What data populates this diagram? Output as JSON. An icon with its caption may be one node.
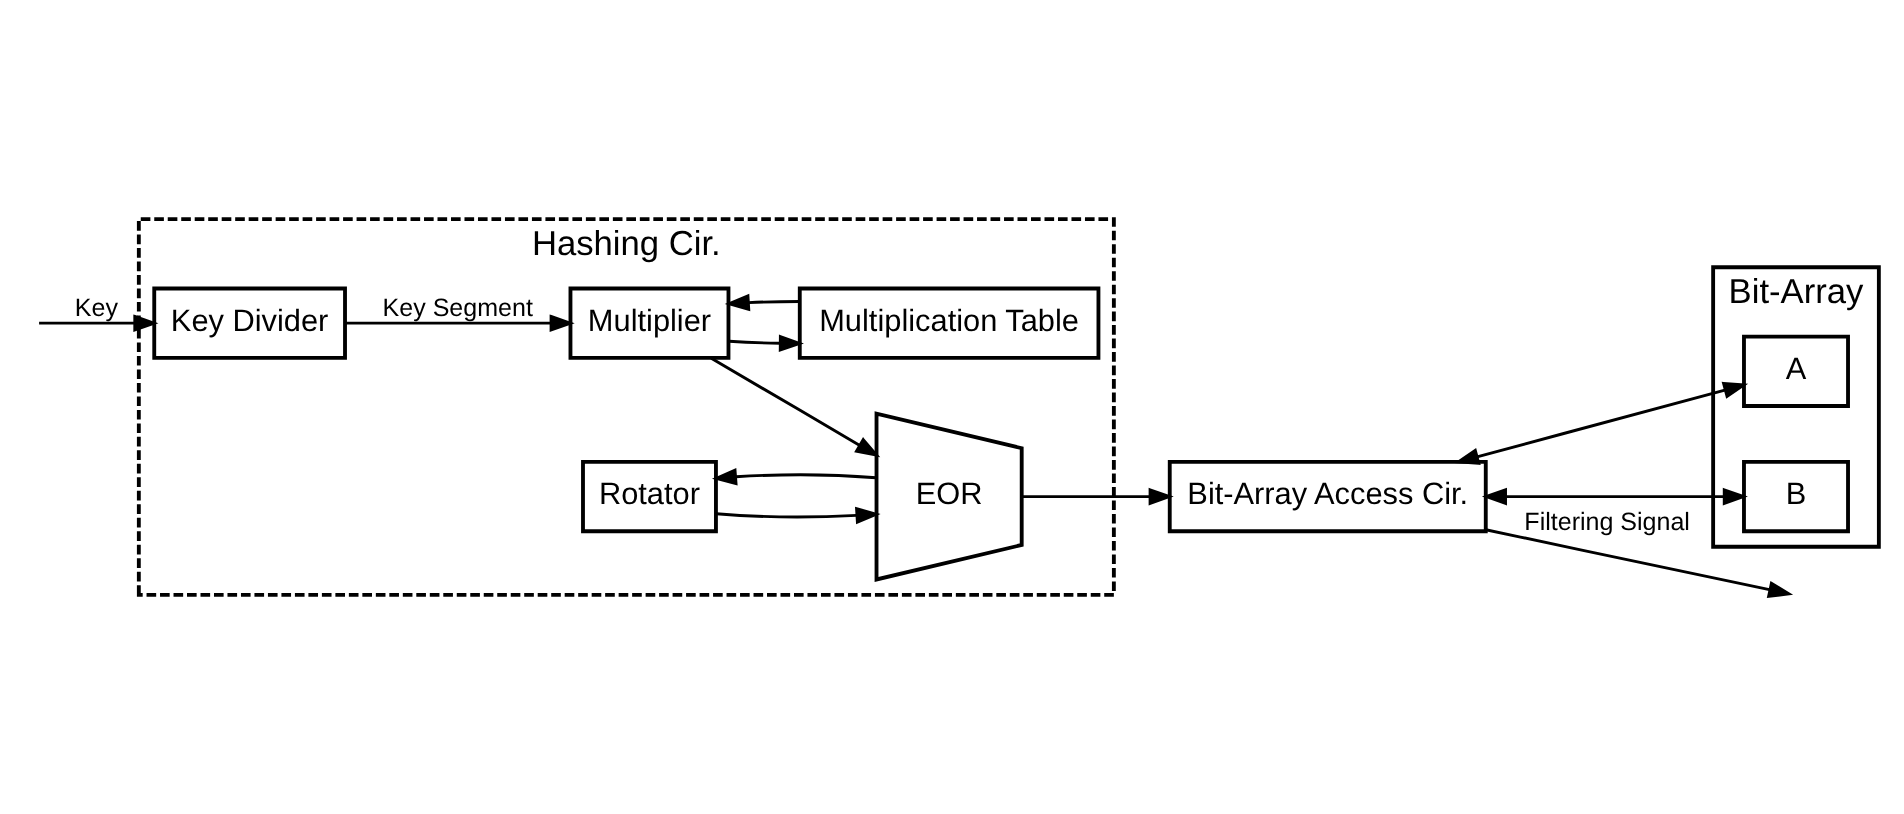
{
  "diagram": {
    "nodes": [
      {
        "text": [
          "Hashing Cir."
        ]
      },
      {
        "text": [
          "Key Divider"
        ],
        "in": 0
      },
      {
        "text": [
          "Multiplication Table"
        ],
        "in": 0
      },
      {
        "text": [
          "Multiplier"
        ],
        "in": 0
      },
      {
        "text": [
          "Rotator"
        ],
        "in": 0
      },
      {
        "text": [
          "EOR"
        ],
        "in": 0
      },
      {
        "text": [
          "Bit-Array"
        ]
      },
      {
        "text": [
          "A"
        ],
        "in": 6
      },
      {
        "text": [
          "B"
        ],
        "in": 6
      },
      {
        "text": [
          "Bit-Array Access Cir."
        ]
      }
    ],
    "edges": [
      {
        "from": null,
        "to": 1,
        "arrow": "to",
        "label": "Key"
      },
      {
        "from": 1,
        "to": 3,
        "arrow": "to",
        "label": "Key Segment"
      },
      {
        "from": 3,
        "to": 2,
        "arrow": "to"
      },
      {
        "from": 2,
        "to": 3,
        "arrow": "to"
      },
      {
        "from": 3,
        "to": 5,
        "arrow": "to"
      },
      {
        "from": 4,
        "to": 5,
        "arrow": "to"
      },
      {
        "from": 5,
        "to": 9,
        "arrow": "to"
      },
      {
        "from": 5,
        "to": 4,
        "arrow": "to"
      },
      {
        "from": 9,
        "to": 7,
        "arrow": "both"
      },
      {
        "from": 9,
        "to": 8,
        "arrow": "both"
      },
      {
        "from": 9,
        "to": null,
        "arrow": "to",
        "label": "Filtering Signal"
      }
    ]
  }
}
